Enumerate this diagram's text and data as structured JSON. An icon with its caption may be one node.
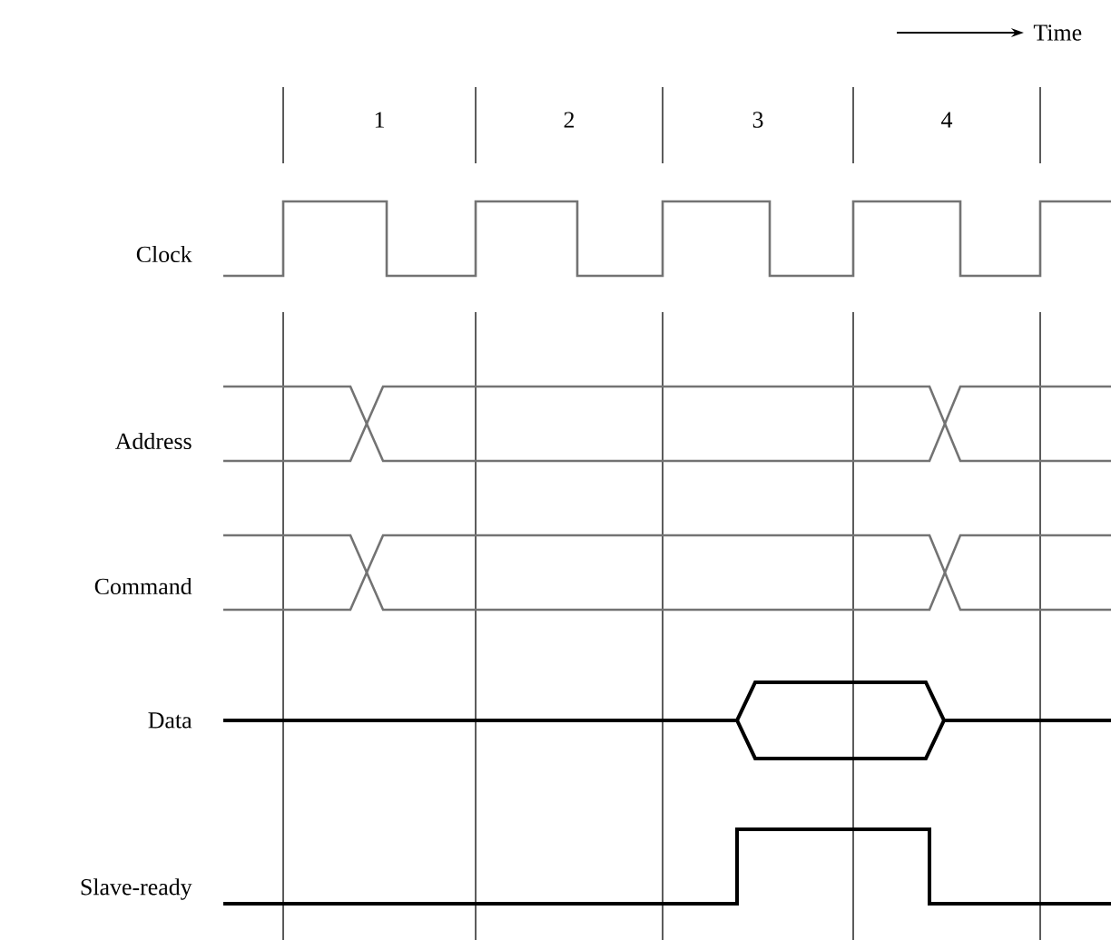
{
  "diagram": {
    "labels": [
      "Time",
      "1",
      "2",
      "3",
      "4",
      "Clock",
      "Address",
      "Command",
      "Data",
      "Slave-ready"
    ]
  }
}
